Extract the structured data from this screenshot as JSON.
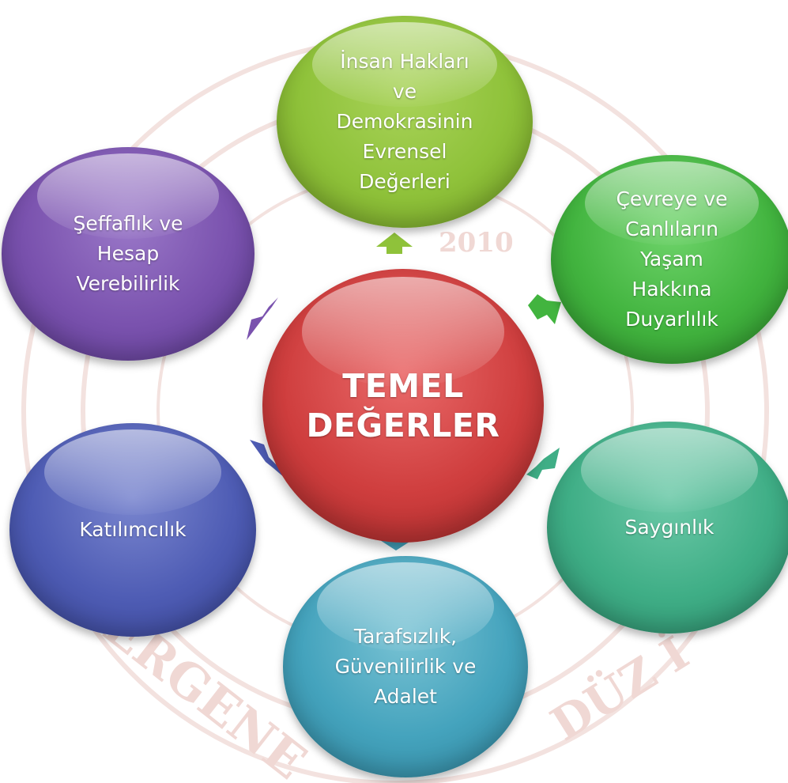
{
  "center": {
    "label": "TEMEL\nDEĞERLER",
    "color": "#cf3e3e"
  },
  "nodes": [
    {
      "id": "top",
      "label": "İnsan Hakları\nve\nDemokrasinin\nEvrensel\nDeğerleri",
      "color": "#8fc23a"
    },
    {
      "id": "upper_right",
      "label": "Çevreye ve\nCanlıların\nYaşam\nHakkına\nDuyarlılık",
      "color": "#42b43f"
    },
    {
      "id": "lower_right",
      "label": "Saygınlık",
      "color": "#3fae86"
    },
    {
      "id": "bottom",
      "label": "Tarafsızlık,\nGüvenilirlik ve\nAdalet",
      "color": "#44a3bd"
    },
    {
      "id": "lower_left",
      "label": "Katılımcılık",
      "color": "#4e5cb4"
    },
    {
      "id": "upper_left",
      "label": "Şeffaflık ve\nHesap\nVerebilirlik",
      "color": "#7a52ae"
    }
  ],
  "watermark": {
    "text_number": "2010",
    "text_arc_left": "ERGENE",
    "text_arc_right": "DÜZ İ",
    "color": "#d9a5a0"
  }
}
